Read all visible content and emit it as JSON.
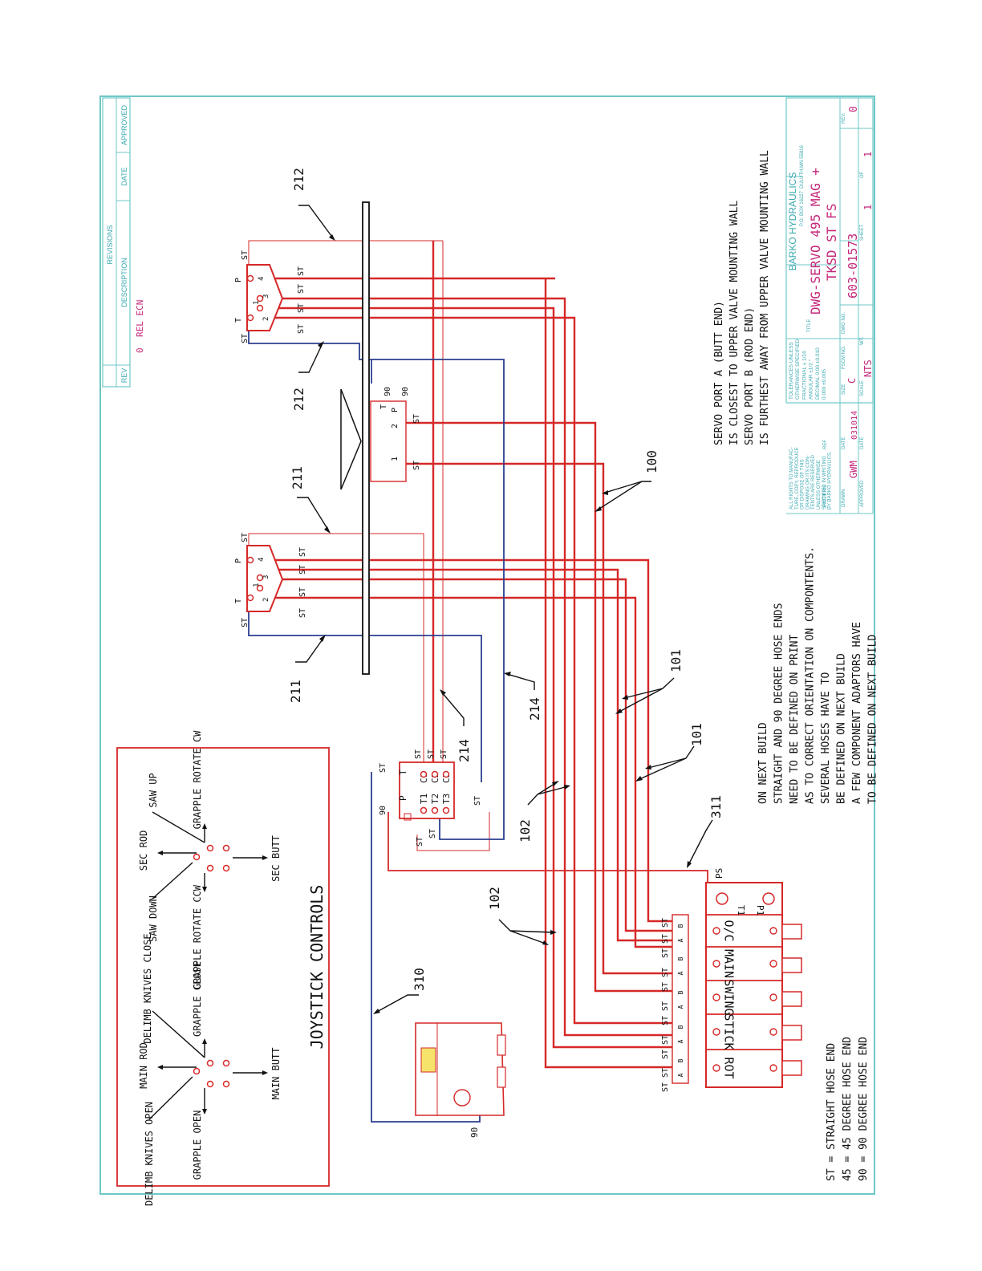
{
  "title_block": {
    "company": "BARKO HYDRAULICS",
    "address1": "P.O. BOX 16227",
    "address2": "DULUTH,MN 55816",
    "title_label": "TITLE",
    "title_line1": "DWG-SERVO 495 MAG +",
    "title_line2": "TKSD ST FS",
    "size_label": "SIZE",
    "size": "C",
    "fscm_label": "FSCM NO.",
    "dwg_label": "DWG NO.",
    "dwg_no": "603-01573",
    "rev_label": "REV.",
    "rev": "0",
    "scale_label": "SCALE",
    "scale": "NTS",
    "wt_label": "WT.",
    "sheet_label": "SHEET",
    "sheet": "1",
    "of_label": "OF",
    "sheet_total": "1",
    "drawn_label": "DRAWN",
    "drawn": "GWM",
    "date_label": "DATE",
    "date": "031014",
    "approved_label": "APPROVED",
    "pattern_label": "PATTERN",
    "ref_label": "REF",
    "rights": [
      "ALL RIGHTS TO MANUFAC-",
      "TURE, COPY, REPRODUCE",
      "OR DISPOSE OF THIS",
      "DRAWING OR ITS CON-",
      "TENTS ARE RESERVED",
      "UNLESS OTHERWISE",
      "SPECIFIED IN WRITING",
      "BY BARKO HYDRAULICS."
    ],
    "tolerances": [
      "TOLERANCES UNLESS",
      "OTHERWISE SPECIFIED",
      "FRACTIONAL ± 1/16",
      "ANGULAR ±1/2 °",
      "DECIMAL 0.00 ±0.010",
      "0.000 ±0.005"
    ]
  },
  "revisions": {
    "header": "REVISIONS",
    "col_rev": "REV",
    "col_description": "DESCRIPTION",
    "col_date": "DATE",
    "col_approved": "APPROVED",
    "row_rev": "0",
    "row_description": "REL ECN"
  },
  "servo_notes": [
    "SERVO PORT A (BUTT END)",
    "IS CLOSEST TO UPPER VALVE MOUNTING WALL",
    "SERVO PORT B (ROD END)",
    "IS FURTHEST AWAY FROM UPPER VALVE MOUNTING WALL"
  ],
  "build_notes": [
    "ON NEXT BUILD",
    "STRAIGHT AND 90 DEGREE HOSE ENDS",
    "NEED TO BE DEFINED ON PRINT",
    "AS TO CORRECT ORIENTATION ON COMPONTENTS.",
    "SEVERAL HOSES HAVE TO",
    "BE DEFINED ON NEXT BUILD",
    "A FEW COMPONENT ADAPTORS HAVE",
    "TO BE DEFINED ON NEXT BUILD"
  ],
  "legend": [
    "ST = STRAIGHT HOSE END",
    "45 = 45 DEGREE HOSE END",
    "90 = 90 DEGREE HOSE END"
  ],
  "joystick": {
    "title": "JOYSTICK CONTROLS",
    "left": {
      "up": "MAIN ROD",
      "down": "MAIN BUTT",
      "left": "GRAPPLE OPEN",
      "right": "GRAPPLE CLOSE",
      "ul": "DELIMB KNIVES OPEN",
      "ur": "DELIMB KNIVES CLOSE"
    },
    "right": {
      "up": "SEC ROD",
      "down": "SEC BUTT",
      "left": "GRAPPLE ROTATE CCW",
      "right": "GRAPPLE ROTATE CW",
      "ul": "SAW DOWN",
      "ur": "SAW UP"
    }
  },
  "valve_sections": [
    "ROT",
    "STICK",
    "SWING",
    "MAIN",
    "O/C"
  ],
  "inlet": {
    "t": "T1",
    "p": "P1",
    "ps": "PS"
  },
  "port_a": "A",
  "port_b": "B",
  "st": "ST",
  "ninety": "90",
  "hose_labels": {
    "h100": "100",
    "h101a": "101",
    "h101b": "101",
    "h102a": "102",
    "h102b": "102",
    "h211a": "211",
    "h211b": "211",
    "h212a": "212",
    "h212b": "212",
    "h214a": "214",
    "h214b": "214",
    "h310": "310",
    "h311": "311"
  },
  "manifold": {
    "p": "P",
    "t": "T",
    "t1": "T1",
    "t2": "T2",
    "t3": "T3",
    "c1": "C1",
    "c2": "C2",
    "c3": "C3"
  },
  "joy_valve": {
    "t": "T",
    "p": "P",
    "n1": "1",
    "n2": "2",
    "n3": "3",
    "n4": "4"
  },
  "small_valve": {
    "t": "T",
    "p": "P",
    "n1": "1",
    "n2": "2"
  },
  "colors": {
    "frame": "#6fc7c7",
    "hose_red": "#d62828",
    "hose_blue": "#2c3f8f",
    "title_magenta": "#c4287a"
  }
}
